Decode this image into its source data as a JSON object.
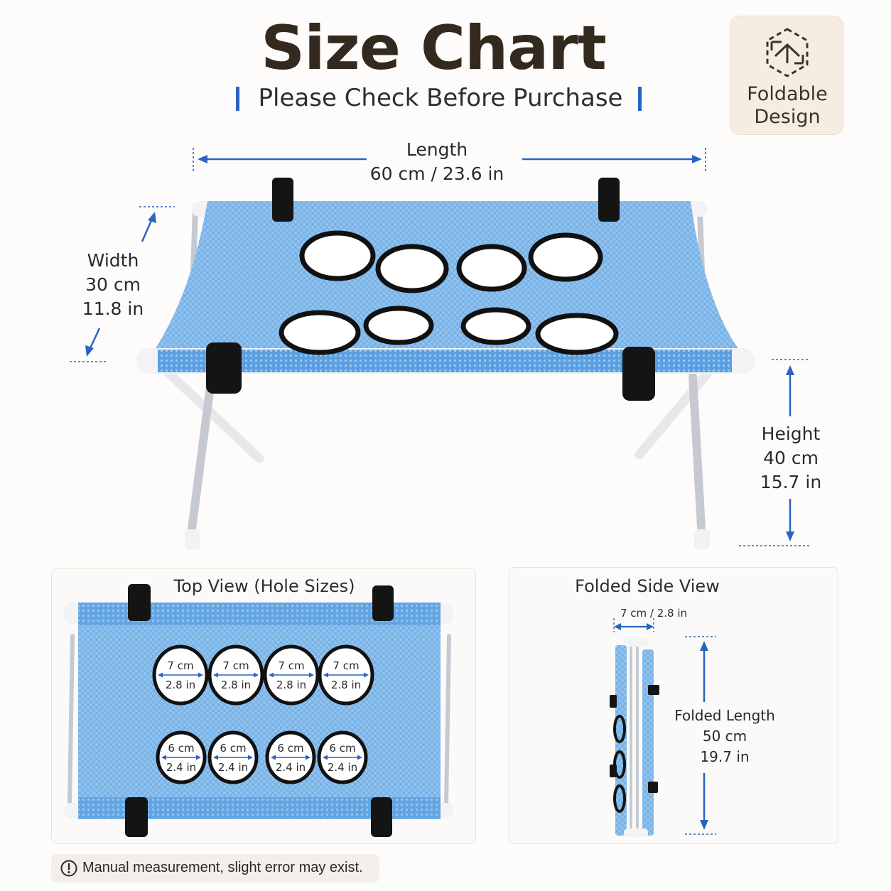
{
  "header": {
    "title": "Size Chart",
    "subtitle": "Please Check Before Purchase"
  },
  "badge": {
    "label": "Foldable\nDesign",
    "icon": "fold-cube-icon"
  },
  "dimensions": {
    "length": "Length\n60 cm / 23.6 in",
    "width": "Width\n30 cm\n11.8 in",
    "height": "Height\n40 cm\n15.7 in"
  },
  "top_view": {
    "title": "Top View (Hole Sizes)",
    "large_holes": [
      {
        "cm": "7 cm",
        "in": "2.8 in"
      },
      {
        "cm": "7 cm",
        "in": "2.8 in"
      },
      {
        "cm": "7 cm",
        "in": "2.8 in"
      },
      {
        "cm": "7 cm",
        "in": "2.8 in"
      }
    ],
    "small_holes": [
      {
        "cm": "6 cm",
        "in": "2.4 in"
      },
      {
        "cm": "6 cm",
        "in": "2.4 in"
      },
      {
        "cm": "6 cm",
        "in": "2.4 in"
      },
      {
        "cm": "6 cm",
        "in": "2.4 in"
      }
    ]
  },
  "folded_view": {
    "title": "Folded Side View",
    "thickness": "7 cm / 2.8 in",
    "folded_length": "Folded Length\n50 cm\n19.7 in"
  },
  "note": {
    "text": "Manual measurement, slight error may exist.",
    "icon": "warning-circle-icon"
  },
  "colors": {
    "mesh_blue": "#8fc3ef",
    "arrow_blue": "#2a63c4",
    "strap": "#141414"
  }
}
